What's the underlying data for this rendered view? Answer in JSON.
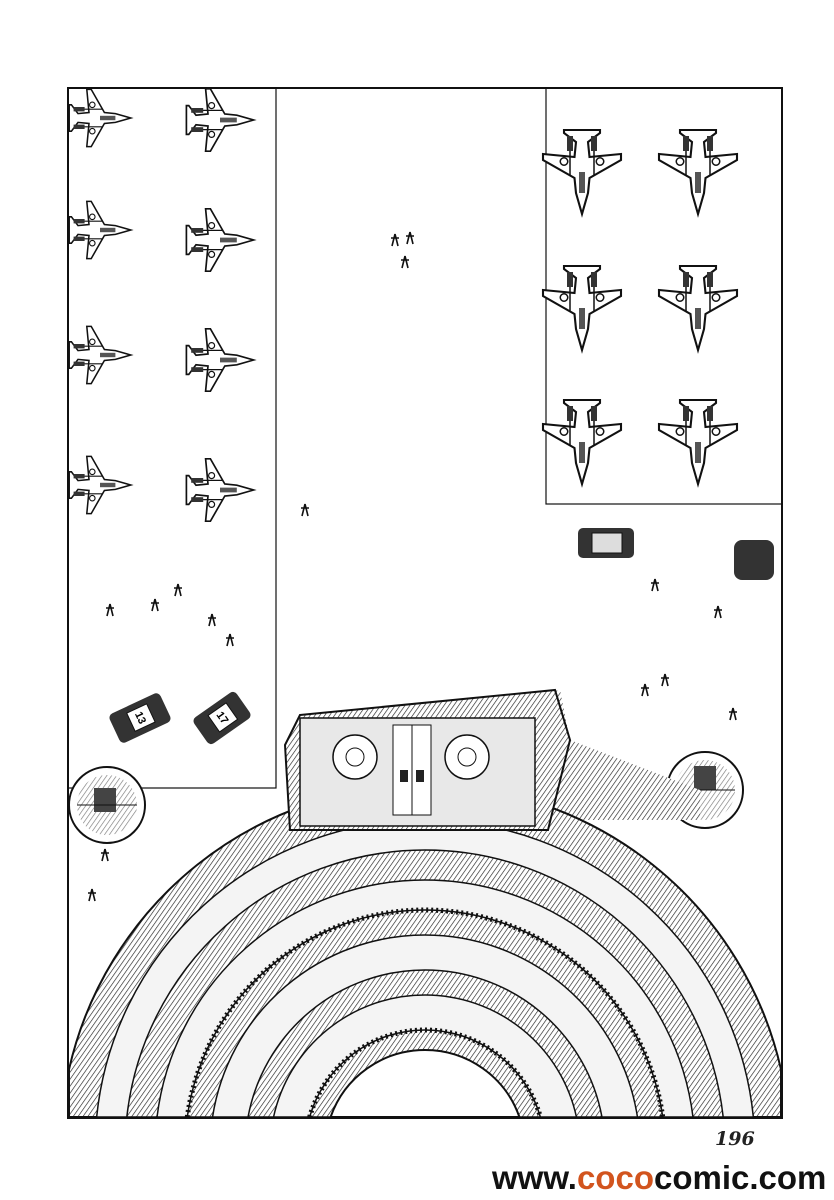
{
  "page": {
    "page_number": "196",
    "watermark": {
      "prefix": "www.",
      "accent": "coco",
      "suffix": "comic.com"
    },
    "vehicles": [
      {
        "number": "13"
      },
      {
        "number": "17"
      }
    ]
  },
  "colors": {
    "ink": "#111111",
    "paper": "#ffffff",
    "watermark_accent": "#d2541e"
  }
}
